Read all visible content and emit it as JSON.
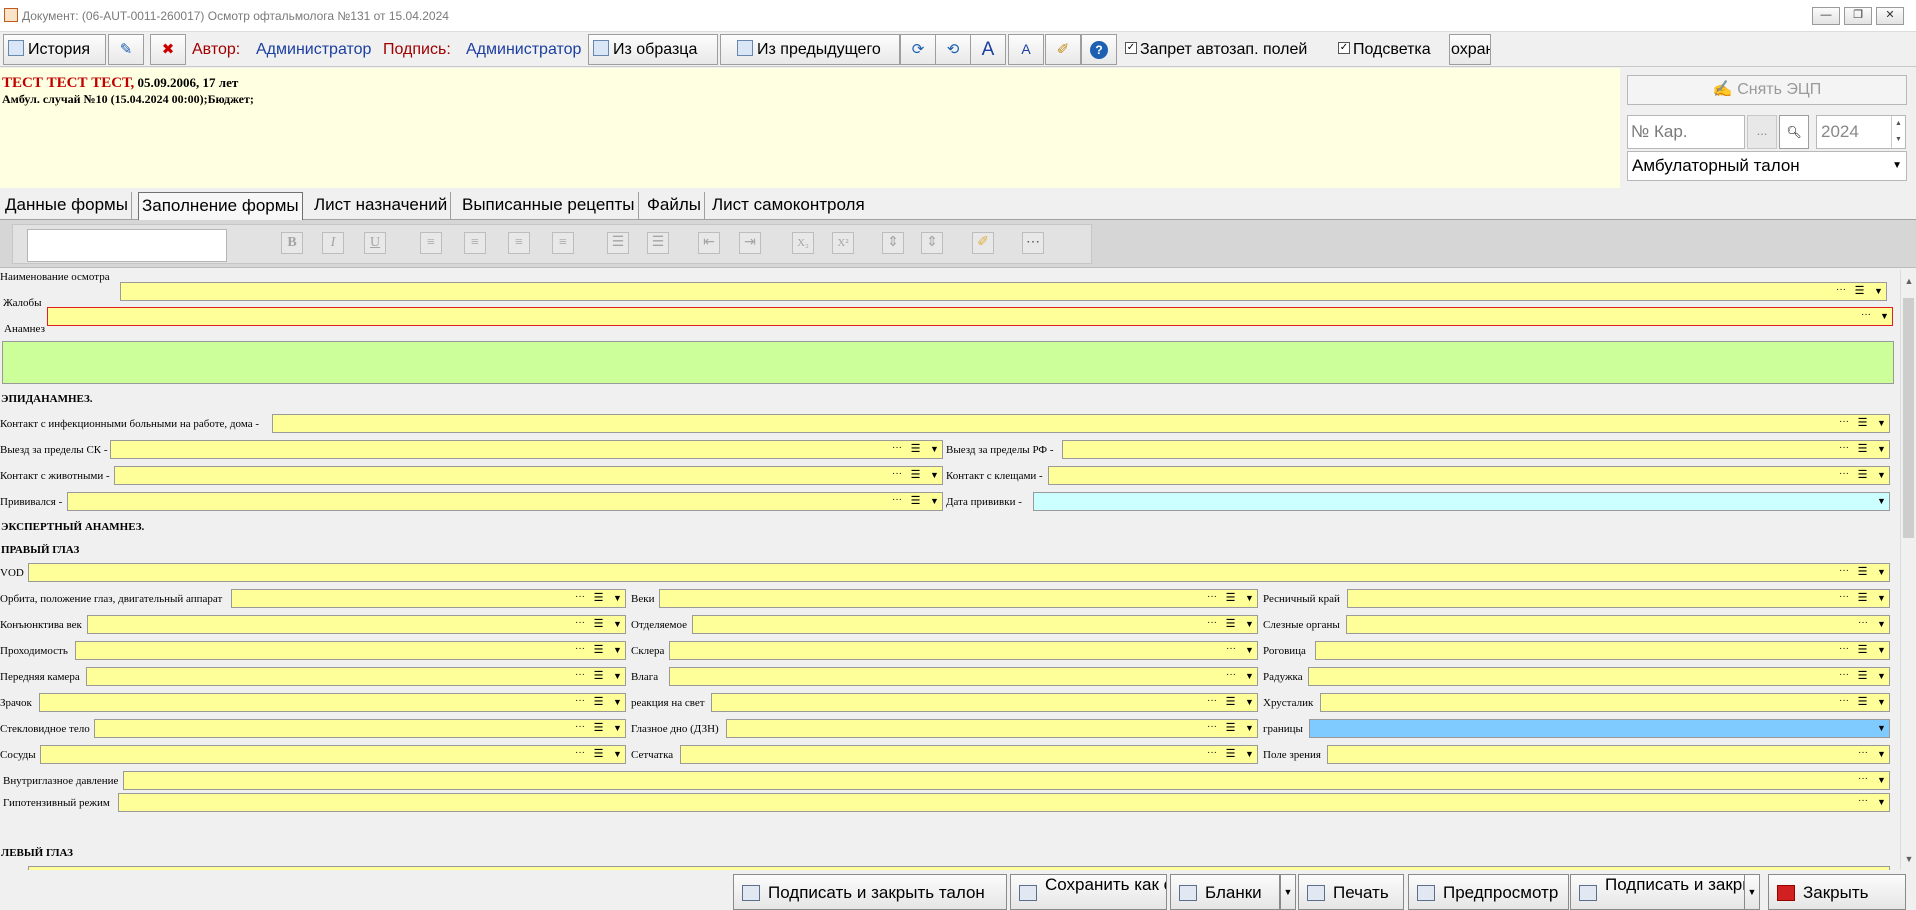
{
  "window": {
    "title": "Документ: (06-AUT-0011-260017) Осмотр офтальмолога №131 от 15.04.2024",
    "min": "—",
    "restore": "❐",
    "close": "✕"
  },
  "toolbar": {
    "history": "История",
    "author_label": "Автор:",
    "author_value": "Администратор",
    "sign_label": "Подпись:",
    "sign_value": "Администратор",
    "from_sample": "Из образца",
    "from_prev": "Из предыдущего",
    "font_up": "A",
    "font_down": "A",
    "help": "?",
    "autofill_label": "Запрет автозап. полей",
    "autofill_checked": true,
    "highlight_label": "Подсветка",
    "highlight_checked": true,
    "save_cut": "охран"
  },
  "patient": {
    "name": "ТЕСТ ТЕСТ ТЕСТ,",
    "details": " 05.09.2006, 17 лет",
    "case": "Амбул. случай №10 (15.04.2024 00:00);Бюджет;"
  },
  "right_panel": {
    "remove_ecp": "Снять ЭЦП",
    "card_placeholder": "№ Кар.",
    "card_dots": "...",
    "year": "2024",
    "ticket_type": "Амбулаторный талон"
  },
  "tabs": [
    "Данные формы",
    "Заполнение формы",
    "Лист назначений",
    "Выписанные рецепты",
    "Файлы",
    "Лист самоконтроля"
  ],
  "active_tab": 1,
  "format_bar": {
    "bold": "B",
    "italic": "I",
    "underline": "U",
    "subscript": "X₂",
    "superscript": "X²"
  },
  "form": {
    "name_of_exam": "Наименование осмотра",
    "complaints": "Жалобы",
    "anamnesis": "Анамнез",
    "epid_title": "ЭПИДАНАМНЕЗ.",
    "contact_infect": "Контакт с инфекционными больными на работе, дома -",
    "travel_sk": "Выезд за пределы СК -",
    "travel_rf": "Выезд за пределы РФ -",
    "contact_animals": "Контакт с животными -",
    "contact_ticks": "Контакт с клещами -",
    "vaccinated": "Прививался -",
    "vaccine_date": "Дата прививки -",
    "expert_title": "ЭКСПЕРТНЫЙ АНАМНЕЗ.",
    "right_eye": "ПРАВЫЙ ГЛАЗ",
    "vod": "VOD",
    "orbit": "Орбита, положение глаз, двигательный аппарат",
    "eyelids": "Веки",
    "lash_edge": "Ресничный край",
    "conj_eyelids": "Конъюнктива век",
    "discharge": "Отделяемое",
    "tear_organs": "Слезные органы",
    "patency": "Проходимость",
    "sclera": "Склера",
    "cornea": "Роговица",
    "ant_chamber": "Передняя камера",
    "moisture": "Влага",
    "iris": "Радужка",
    "pupil": "Зрачок",
    "light_reaction": "реакция на свет",
    "lens": "Хрусталик",
    "vitreous": "Стекловидное тело",
    "fundus": "Глазное дно (ДЗН)",
    "borders": "границы",
    "vessels": "Сосуды",
    "retina": "Сетчатка",
    "visual_field": "Поле зрения",
    "iop": "Внутриглазное давление",
    "hypotensive": "Гипотензивный режим",
    "left_eye": "ЛЕВЫЙ ГЛАЗ",
    "btn_dots": "···",
    "btn_list": "☰",
    "btn_dd": "▼"
  },
  "bottom": {
    "sign_close": "Подписать и закрыть талон",
    "save_sample": "Сохранить как образец",
    "forms": "Бланки",
    "print": "Печать",
    "preview": "Предпросмотр",
    "sign_close2": "Подписать и закрыть",
    "close": "Закрыть"
  }
}
